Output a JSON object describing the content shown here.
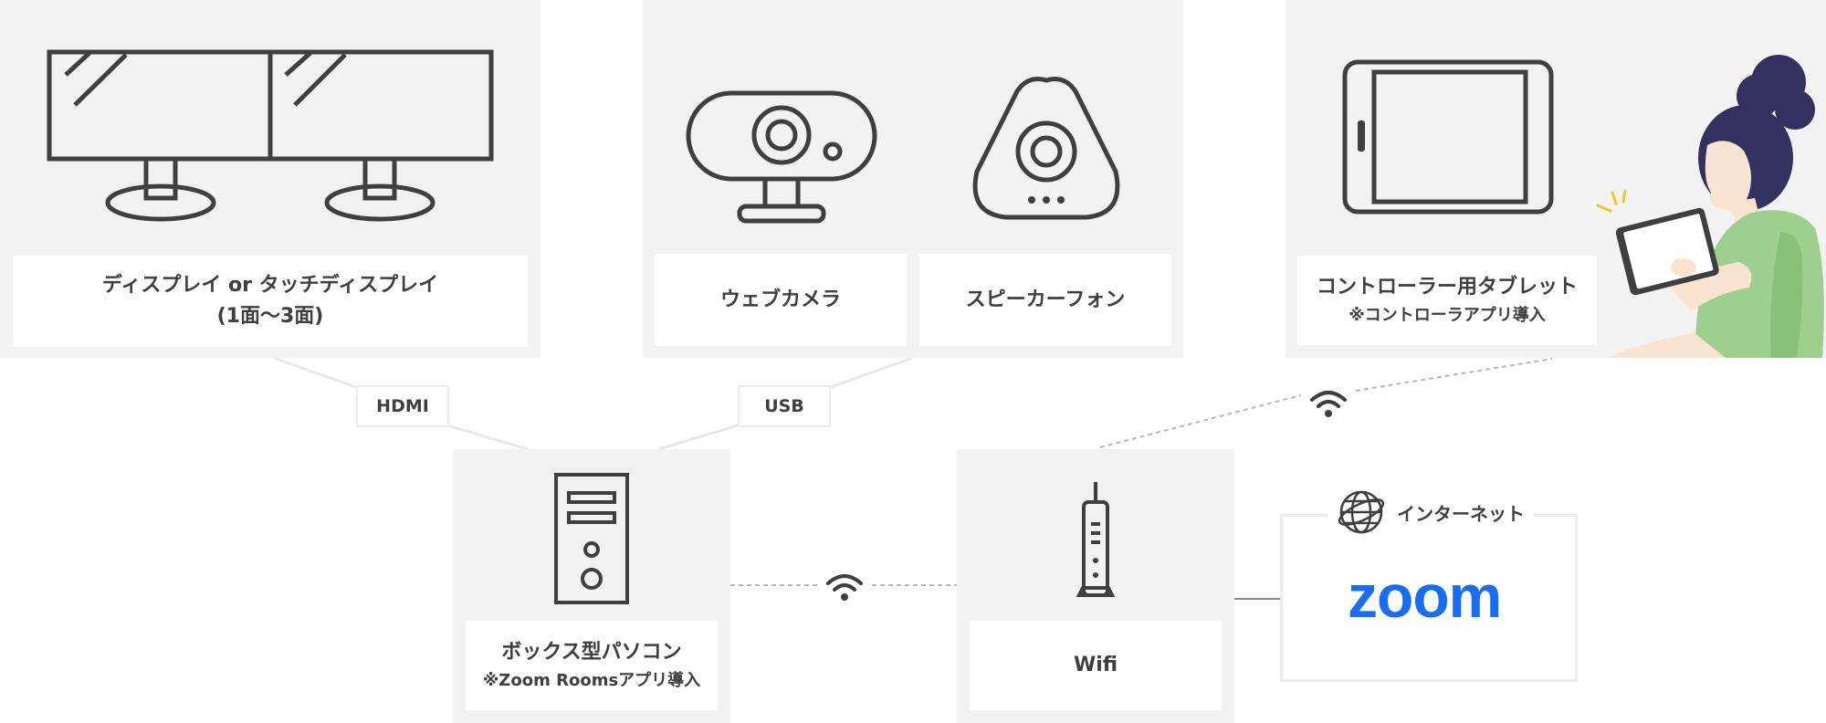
{
  "display": {
    "label": "ディスプレイ or タッチディスプレイ",
    "sub": "(1面〜3面)"
  },
  "webcam": {
    "label": "ウェブカメラ"
  },
  "speaker": {
    "label": "スピーカーフォン"
  },
  "tablet": {
    "label": "コントローラー用タブレット",
    "sub": "※コントローラアプリ導入"
  },
  "pc": {
    "label": "ボックス型パソコン",
    "sub": "※Zoom Roomsアプリ導入"
  },
  "wifi": {
    "label": "Wifi"
  },
  "connections": {
    "hdmi": "HDMI",
    "usb": "USB"
  },
  "internet": {
    "label": "インターネット"
  },
  "zoom": {
    "logo": "zoom",
    "color": "#1a6cf2"
  },
  "colors": {
    "panel": "#f2f2f2",
    "stroke": "#3f3f3f",
    "person_hair": "#33325e",
    "person_shirt": "#9dd08f",
    "person_skin": "#f9e5cf"
  }
}
